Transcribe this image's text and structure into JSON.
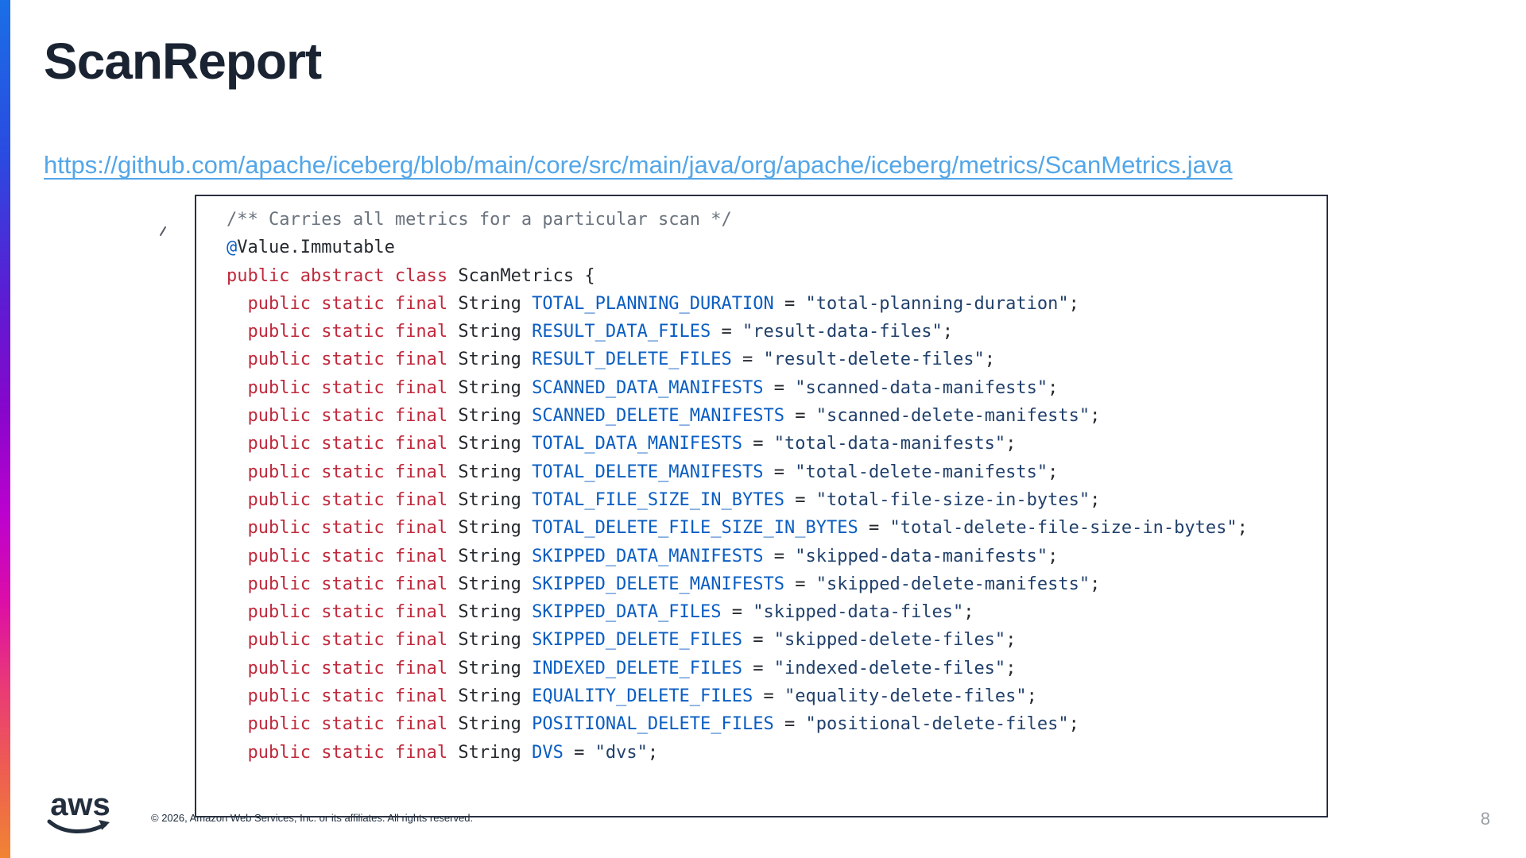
{
  "title": "ScanReport",
  "link": {
    "text": "https://github.com/apache/iceberg/blob/main/core/src/main/java/org/apache/iceberg/metrics/ScanMetrics.java",
    "url": "https://github.com/apache/iceberg/blob/main/core/src/main/java/org/apache/iceberg/metrics/ScanMetrics.java"
  },
  "code": {
    "language": "java",
    "lines": [
      [
        {
          "c": "com",
          "t": "/** Carries all metrics for a particular scan */"
        }
      ],
      [
        {
          "c": "ann",
          "t": "@"
        },
        {
          "c": "pln",
          "t": "Value.Immutable"
        }
      ],
      [
        {
          "c": "kw",
          "t": "public abstract class"
        },
        {
          "c": "pln",
          "t": " ScanMetrics {"
        }
      ],
      [
        {
          "c": "kw",
          "t": "  public static final"
        },
        {
          "c": "pln",
          "t": " String "
        },
        {
          "c": "con",
          "t": "TOTAL_PLANNING_DURATION"
        },
        {
          "c": "pln",
          "t": " = "
        },
        {
          "c": "str",
          "t": "\"total-planning-duration\""
        },
        {
          "c": "pln",
          "t": ";"
        }
      ],
      [
        {
          "c": "kw",
          "t": "  public static final"
        },
        {
          "c": "pln",
          "t": " String "
        },
        {
          "c": "con",
          "t": "RESULT_DATA_FILES"
        },
        {
          "c": "pln",
          "t": " = "
        },
        {
          "c": "str",
          "t": "\"result-data-files\""
        },
        {
          "c": "pln",
          "t": ";"
        }
      ],
      [
        {
          "c": "kw",
          "t": "  public static final"
        },
        {
          "c": "pln",
          "t": " String "
        },
        {
          "c": "con",
          "t": "RESULT_DELETE_FILES"
        },
        {
          "c": "pln",
          "t": " = "
        },
        {
          "c": "str",
          "t": "\"result-delete-files\""
        },
        {
          "c": "pln",
          "t": ";"
        }
      ],
      [
        {
          "c": "kw",
          "t": "  public static final"
        },
        {
          "c": "pln",
          "t": " String "
        },
        {
          "c": "con",
          "t": "SCANNED_DATA_MANIFESTS"
        },
        {
          "c": "pln",
          "t": " = "
        },
        {
          "c": "str",
          "t": "\"scanned-data-manifests\""
        },
        {
          "c": "pln",
          "t": ";"
        }
      ],
      [
        {
          "c": "kw",
          "t": "  public static final"
        },
        {
          "c": "pln",
          "t": " String "
        },
        {
          "c": "con",
          "t": "SCANNED_DELETE_MANIFESTS"
        },
        {
          "c": "pln",
          "t": " = "
        },
        {
          "c": "str",
          "t": "\"scanned-delete-manifests\""
        },
        {
          "c": "pln",
          "t": ";"
        }
      ],
      [
        {
          "c": "kw",
          "t": "  public static final"
        },
        {
          "c": "pln",
          "t": " String "
        },
        {
          "c": "con",
          "t": "TOTAL_DATA_MANIFESTS"
        },
        {
          "c": "pln",
          "t": " = "
        },
        {
          "c": "str",
          "t": "\"total-data-manifests\""
        },
        {
          "c": "pln",
          "t": ";"
        }
      ],
      [
        {
          "c": "kw",
          "t": "  public static final"
        },
        {
          "c": "pln",
          "t": " String "
        },
        {
          "c": "con",
          "t": "TOTAL_DELETE_MANIFESTS"
        },
        {
          "c": "pln",
          "t": " = "
        },
        {
          "c": "str",
          "t": "\"total-delete-manifests\""
        },
        {
          "c": "pln",
          "t": ";"
        }
      ],
      [
        {
          "c": "kw",
          "t": "  public static final"
        },
        {
          "c": "pln",
          "t": " String "
        },
        {
          "c": "con",
          "t": "TOTAL_FILE_SIZE_IN_BYTES"
        },
        {
          "c": "pln",
          "t": " = "
        },
        {
          "c": "str",
          "t": "\"total-file-size-in-bytes\""
        },
        {
          "c": "pln",
          "t": ";"
        }
      ],
      [
        {
          "c": "kw",
          "t": "  public static final"
        },
        {
          "c": "pln",
          "t": " String "
        },
        {
          "c": "con",
          "t": "TOTAL_DELETE_FILE_SIZE_IN_BYTES"
        },
        {
          "c": "pln",
          "t": " = "
        },
        {
          "c": "str",
          "t": "\"total-delete-file-size-in-bytes\""
        },
        {
          "c": "pln",
          "t": ";"
        }
      ],
      [
        {
          "c": "kw",
          "t": "  public static final"
        },
        {
          "c": "pln",
          "t": " String "
        },
        {
          "c": "con",
          "t": "SKIPPED_DATA_MANIFESTS"
        },
        {
          "c": "pln",
          "t": " = "
        },
        {
          "c": "str",
          "t": "\"skipped-data-manifests\""
        },
        {
          "c": "pln",
          "t": ";"
        }
      ],
      [
        {
          "c": "kw",
          "t": "  public static final"
        },
        {
          "c": "pln",
          "t": " String "
        },
        {
          "c": "con",
          "t": "SKIPPED_DELETE_MANIFESTS"
        },
        {
          "c": "pln",
          "t": " = "
        },
        {
          "c": "str",
          "t": "\"skipped-delete-manifests\""
        },
        {
          "c": "pln",
          "t": ";"
        }
      ],
      [
        {
          "c": "kw",
          "t": "  public static final"
        },
        {
          "c": "pln",
          "t": " String "
        },
        {
          "c": "con",
          "t": "SKIPPED_DATA_FILES"
        },
        {
          "c": "pln",
          "t": " = "
        },
        {
          "c": "str",
          "t": "\"skipped-data-files\""
        },
        {
          "c": "pln",
          "t": ";"
        }
      ],
      [
        {
          "c": "kw",
          "t": "  public static final"
        },
        {
          "c": "pln",
          "t": " String "
        },
        {
          "c": "con",
          "t": "SKIPPED_DELETE_FILES"
        },
        {
          "c": "pln",
          "t": " = "
        },
        {
          "c": "str",
          "t": "\"skipped-delete-files\""
        },
        {
          "c": "pln",
          "t": ";"
        }
      ],
      [
        {
          "c": "kw",
          "t": "  public static final"
        },
        {
          "c": "pln",
          "t": " String "
        },
        {
          "c": "con",
          "t": "INDEXED_DELETE_FILES"
        },
        {
          "c": "pln",
          "t": " = "
        },
        {
          "c": "str",
          "t": "\"indexed-delete-files\""
        },
        {
          "c": "pln",
          "t": ";"
        }
      ],
      [
        {
          "c": "kw",
          "t": "  public static final"
        },
        {
          "c": "pln",
          "t": " String "
        },
        {
          "c": "con",
          "t": "EQUALITY_DELETE_FILES"
        },
        {
          "c": "pln",
          "t": " = "
        },
        {
          "c": "str",
          "t": "\"equality-delete-files\""
        },
        {
          "c": "pln",
          "t": ";"
        }
      ],
      [
        {
          "c": "kw",
          "t": "  public static final"
        },
        {
          "c": "pln",
          "t": " String "
        },
        {
          "c": "con",
          "t": "POSITIONAL_DELETE_FILES"
        },
        {
          "c": "pln",
          "t": " = "
        },
        {
          "c": "str",
          "t": "\"positional-delete-files\""
        },
        {
          "c": "pln",
          "t": ";"
        }
      ],
      [
        {
          "c": "kw",
          "t": "  public static final"
        },
        {
          "c": "pln",
          "t": " String "
        },
        {
          "c": "con",
          "t": "DVS"
        },
        {
          "c": "pln",
          "t": " = "
        },
        {
          "c": "str",
          "t": "\"dvs\""
        },
        {
          "c": "pln",
          "t": ";"
        }
      ]
    ]
  },
  "footer": {
    "logo_text": "aws",
    "copyright": "© 2026, Amazon Web Services, Inc. or its affiliates. All rights reserved.",
    "page_number": "8"
  },
  "colors": {
    "accent_bar_top": "#1a6fe6",
    "accent_bar_mid": "#bc02ce",
    "accent_bar_bottom": "#f08433",
    "title": "#1a2332",
    "link": "#53a6e8",
    "code_comment": "#6a737d",
    "code_keyword": "#c0293c",
    "code_constant": "#0a5dc2",
    "code_string": "#21406b",
    "code_plain": "#24292e",
    "box_border": "#2a3140"
  }
}
